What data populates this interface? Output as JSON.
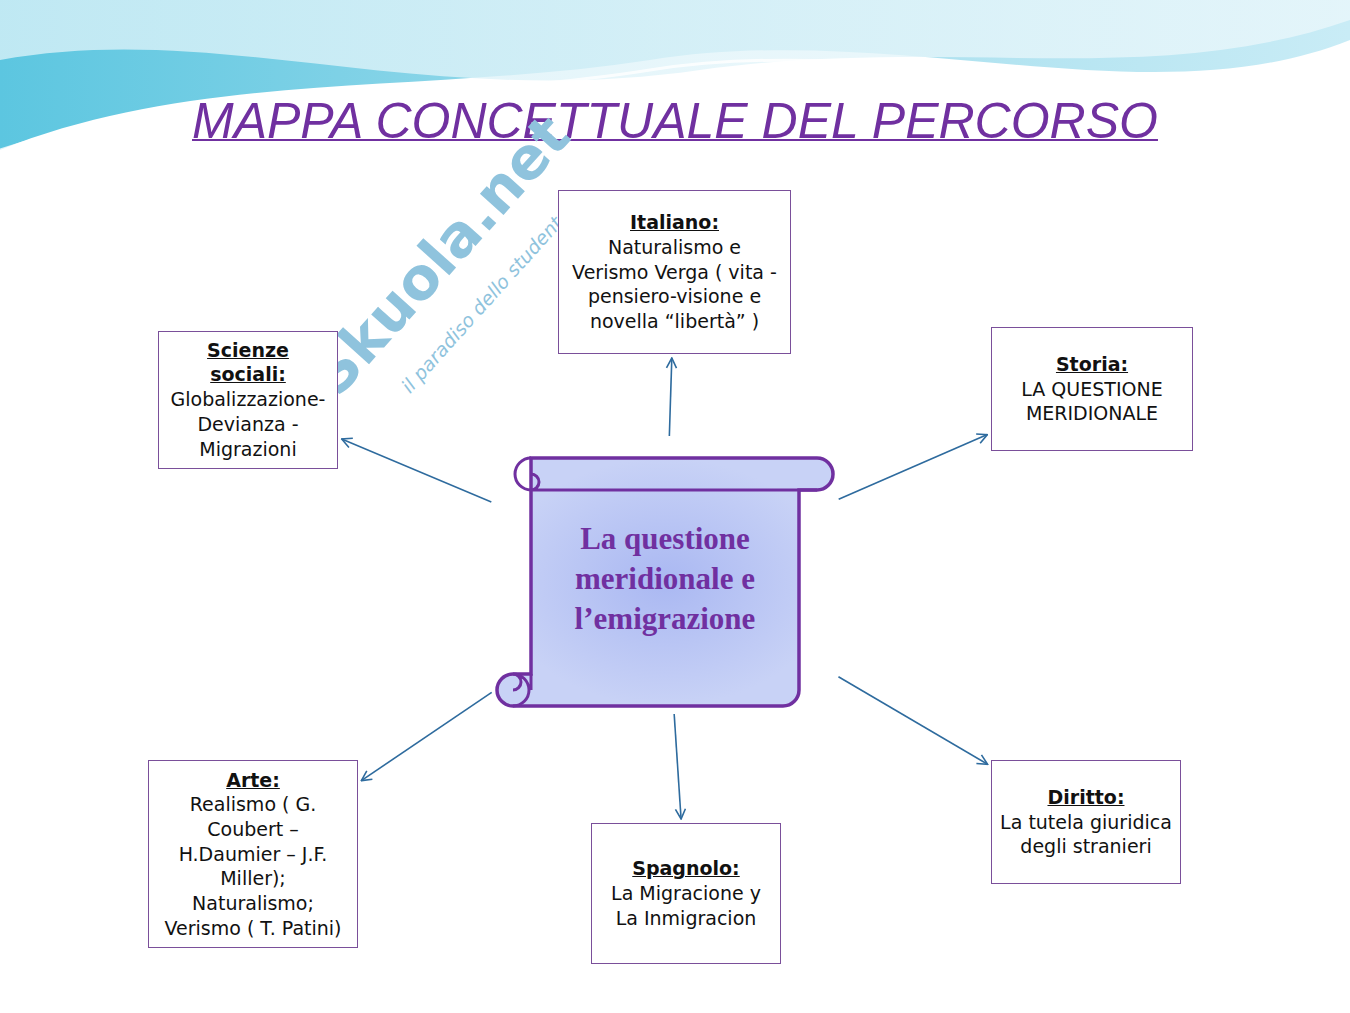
{
  "diagram": {
    "title": "MAPPA CONCETTUALE DEL PERCORSO",
    "nodes": [
      {
        "text": [
          "Italiano:",
          "Naturalismo e Verismo Verga ( vita - pensiero-visione e novella “libertà” )"
        ]
      },
      {
        "text": [
          "Scienze sociali:",
          "Globalizzazione- Devianza - Migrazioni"
        ]
      },
      {
        "text": [
          "Storia:",
          "LA QUESTIONE MERIDIONALE"
        ]
      },
      {
        "text": [
          "La questione meridionale e l’emigrazione"
        ]
      },
      {
        "text": [
          "Arte:",
          "Realismo ( G. Coubert – H.Daumier – J.F. Miller); Naturalismo; Verismo ( T. Patini)"
        ]
      },
      {
        "text": [
          "Spagnolo:",
          "La Migracione y La Inmigracion"
        ]
      },
      {
        "text": [
          "Diritto:",
          "La tutela giuridica degli stranieri"
        ]
      }
    ],
    "edges": [
      {
        "from": 3,
        "to": 0,
        "arrow": "to"
      },
      {
        "from": 3,
        "to": 1,
        "arrow": "to"
      },
      {
        "from": 3,
        "to": 2,
        "arrow": "to"
      },
      {
        "from": 3,
        "to": 4,
        "arrow": "to"
      },
      {
        "from": 3,
        "to": 5,
        "arrow": "to"
      },
      {
        "from": 3,
        "to": 6,
        "arrow": "to"
      }
    ],
    "labels": [
      "Skuola.net",
      "il paradiso dello studente"
    ]
  }
}
